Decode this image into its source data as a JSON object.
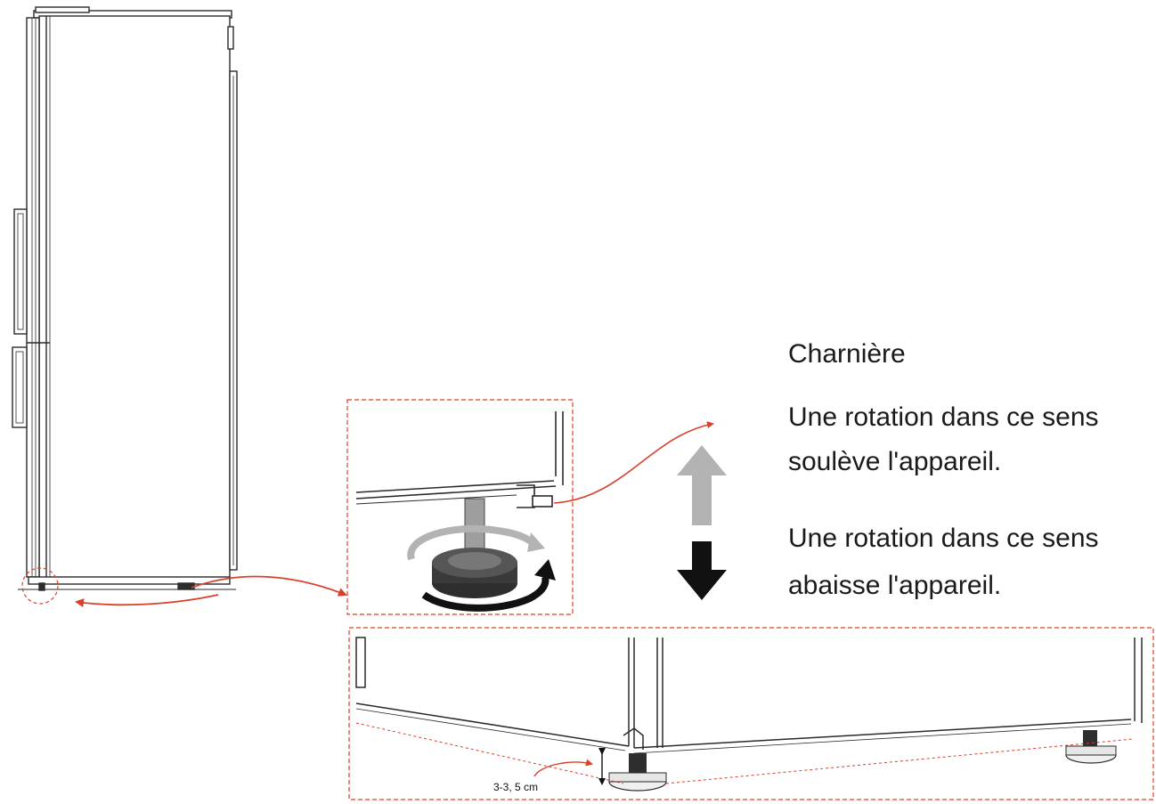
{
  "labels": {
    "hinge": "Charnière",
    "raise_line1": "Une rotation dans ce sens",
    "raise_line2": "soulève l'appareil.",
    "lower_line1": "Une rotation dans ce sens",
    "lower_line2": "abaisse l'appareil.",
    "gap_dimension": "3-3, 5 cm"
  },
  "colors": {
    "line": "#2a2a2a",
    "accent_red": "#d9402c",
    "arrow_up_grey": "#b3b3b3",
    "arrow_down_black": "#111111",
    "foot_dark": "#2e2e2e",
    "foot_grey": "#9e9e9e"
  },
  "icons": {
    "up_arrow": "up-arrow-icon",
    "down_arrow": "down-arrow-icon",
    "rotate_arrow": "rotate-arrow-icon"
  }
}
